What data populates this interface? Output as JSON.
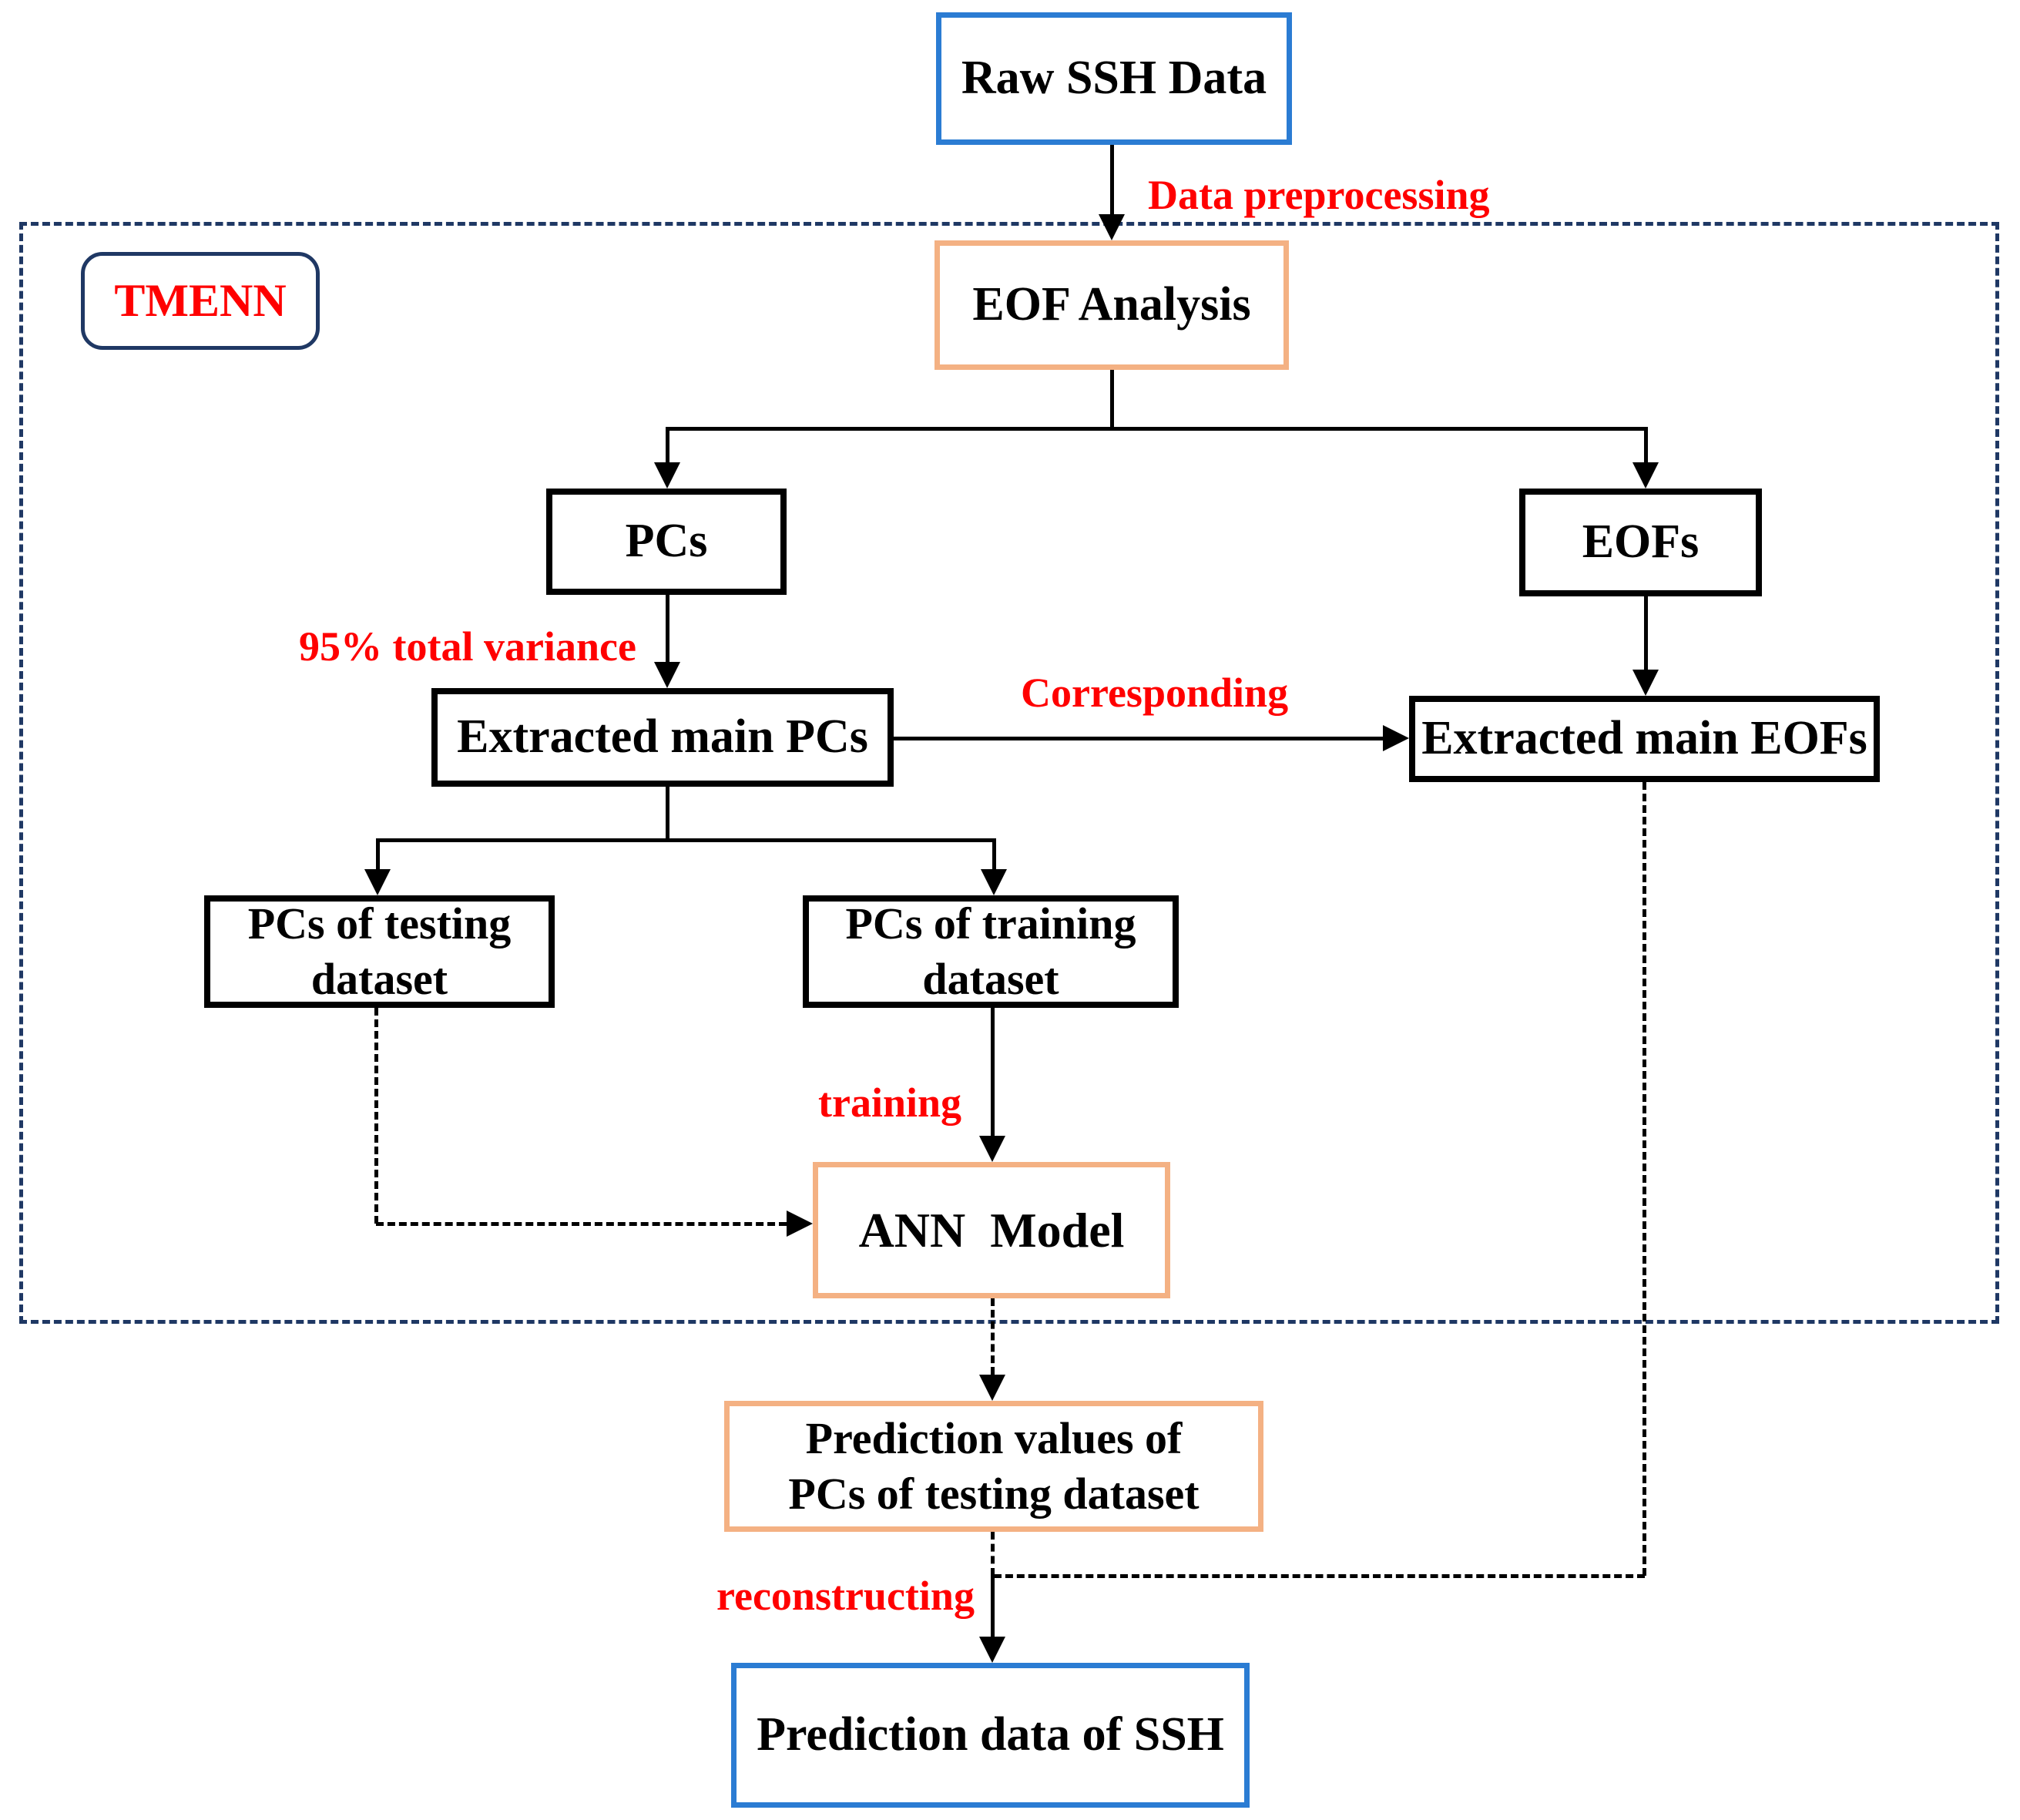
{
  "diagram_title": "TMENN",
  "colors": {
    "box_blue_border": "#2B7CD3",
    "box_orange_border": "#F4B183",
    "box_black_border": "#000000",
    "region_navy_dashed": "#1F3864",
    "edge_label_red": "#FF0000",
    "text_black": "#000000",
    "background": "#FFFFFF"
  },
  "nodes": {
    "raw_ssh": {
      "label": "Raw SSH Data"
    },
    "tmenn": {
      "label": "TMENN"
    },
    "eof_analysis": {
      "label": "EOF Analysis"
    },
    "pcs": {
      "label": "PCs"
    },
    "eofs": {
      "label": "EOFs"
    },
    "extracted_pcs": {
      "label": "Extracted main PCs"
    },
    "extracted_eofs": {
      "label": "Extracted main EOFs"
    },
    "pcs_testing": {
      "line1": "PCs of testing",
      "line2": "dataset"
    },
    "pcs_training": {
      "line1": "PCs of training",
      "line2": "dataset"
    },
    "ann": {
      "label": "ANN  Model"
    },
    "prediction_values": {
      "line1": "Prediction values of",
      "line2": "PCs of testing dataset"
    },
    "prediction_ssh": {
      "label": "Prediction data of SSH"
    }
  },
  "edge_labels": {
    "data_preprocessing": "Data preprocessing",
    "variance": "95% total variance",
    "corresponding": "Corresponding",
    "training": "training",
    "reconstructing": "reconstructing"
  }
}
